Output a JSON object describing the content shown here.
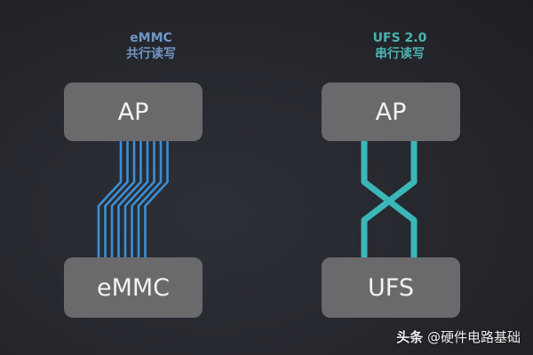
{
  "left": {
    "title": "eMMC",
    "subtitle": "共行读写",
    "top_box": "AP",
    "bottom_box": "eMMC",
    "wire_color": "#3a8fd6",
    "wire_count": 8
  },
  "right": {
    "title": "UFS 2.0",
    "subtitle": "串行读写",
    "top_box": "AP",
    "bottom_box": "UFS",
    "wire_color": "#3bb7b8"
  },
  "watermark": {
    "brand": "头条",
    "handle": "@硬件电路基础"
  }
}
